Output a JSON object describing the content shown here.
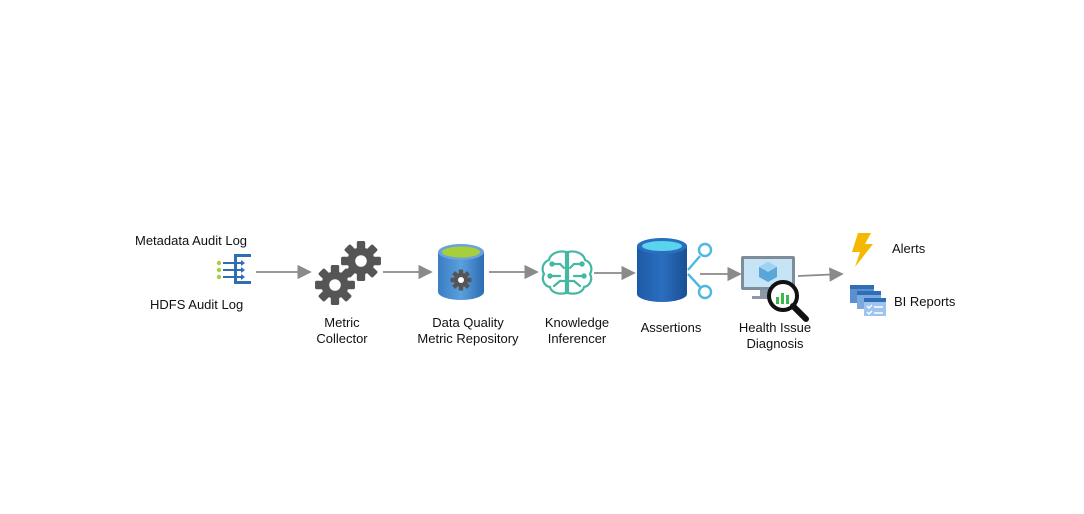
{
  "inputs": {
    "metadata_audit_log": "Metadata Audit Log",
    "hdfs_audit_log": "HDFS Audit Log"
  },
  "nodes": {
    "metric_collector": {
      "line1": "Metric",
      "line2": "Collector"
    },
    "dq_repository": {
      "line1": "Data Quality",
      "line2": "Metric Repository"
    },
    "knowledge_inferencer": {
      "line1": "Knowledge",
      "line2": "Inferencer"
    },
    "assertions": {
      "line1": "Assertions"
    },
    "health_diagnosis": {
      "line1": "Health Issue",
      "line2": "Diagnosis"
    }
  },
  "outputs": {
    "alerts": "Alerts",
    "bi_reports": "BI Reports"
  },
  "icons": {
    "audit_log": "audit-log-icon",
    "collector": "gears-icon",
    "repository": "database-gear-icon",
    "inferencer": "brain-circuit-icon",
    "assertions": "database-branch-icon",
    "diagnosis": "monitor-magnifier-icon",
    "alerts": "lightning-icon",
    "reports": "report-stack-icon"
  },
  "colors": {
    "arrow": "#8a8a8a",
    "gear": "#555555",
    "azure_blue": "#2f6db5",
    "teal": "#44b8a3",
    "lime": "#a6cf3b",
    "alert_yellow": "#f5b800",
    "cyan": "#4fb8e0"
  }
}
